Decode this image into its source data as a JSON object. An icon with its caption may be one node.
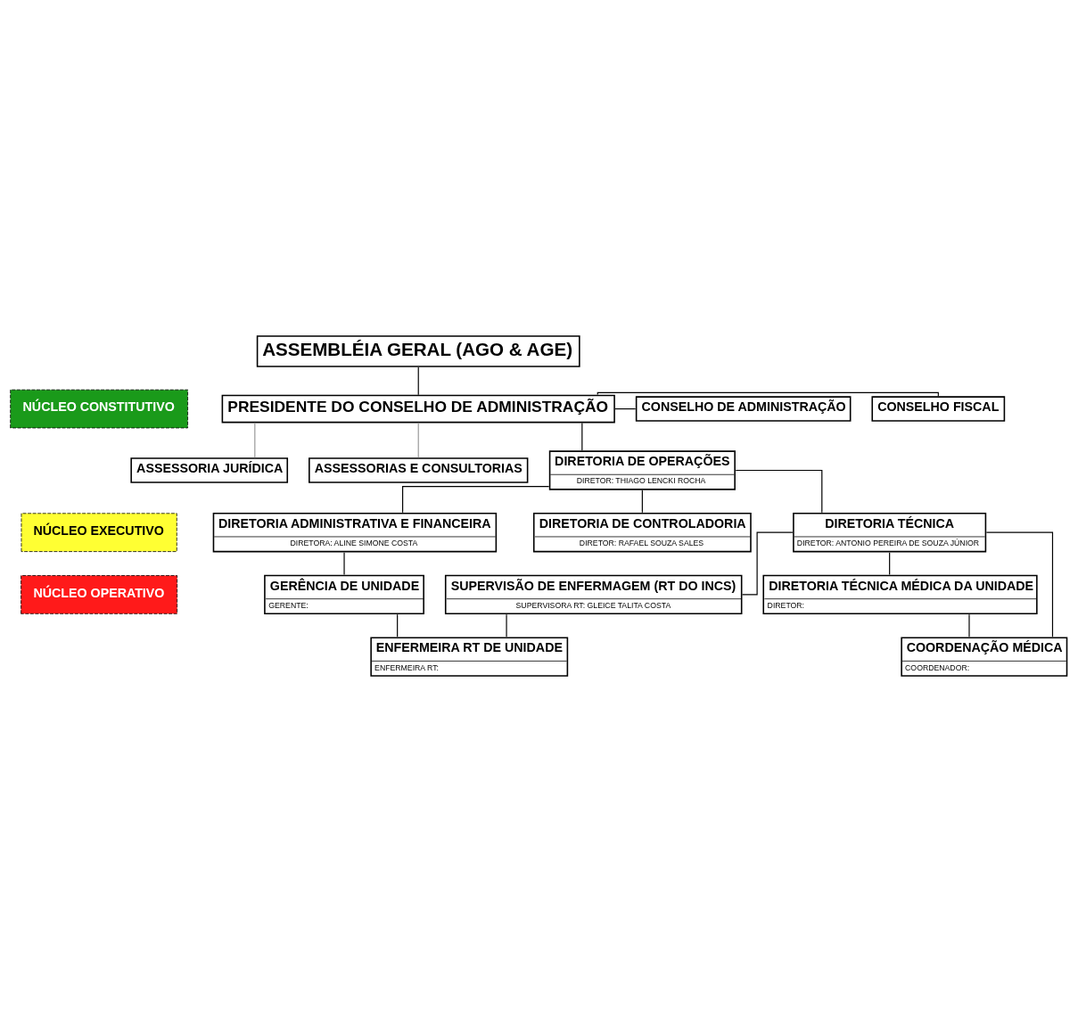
{
  "diagram": {
    "nodes": [
      {
        "text": [
          "NÚCLEO CONSTITUTIVO"
        ]
      },
      {
        "text": [
          "NÚCLEO EXECUTIVO"
        ]
      },
      {
        "text": [
          "NÚCLEO OPERATIVO"
        ]
      },
      {
        "text": [
          "ASSEMBLÉIA GERAL (AGO & AGE)"
        ]
      },
      {
        "text": [
          "PRESIDENTE DO CONSELHO DE ADMINISTRAÇÃO"
        ]
      },
      {
        "text": [
          "CONSELHO FISCAL"
        ]
      },
      {
        "text": [
          "CONSELHO DE ADMINISTRAÇÃO"
        ]
      },
      {
        "text": [
          "ASSESSORIA JURÍDICA"
        ]
      },
      {
        "text": [
          "ASSESSORIAS E CONSULTORIAS"
        ]
      },
      {
        "text": [
          "DIRETORIA DE OPERAÇÕES",
          "DIRETOR: THIAGO LENCKI ROCHA"
        ]
      },
      {
        "text": [
          "DIRETORIA ADMINISTRATIVA E FINANCEIRA",
          "DIRETORA: ALINE SIMONE COSTA"
        ]
      },
      {
        "text": [
          "DIRETORIA DE CONTROLADORIA",
          "DIRETOR: RAFAEL SOUZA SALES"
        ]
      },
      {
        "text": [
          "DIRETORIA TÉCNICA",
          "DIRETOR: ANTONIO PEREIRA DE SOUZA JÚNIOR"
        ]
      },
      {
        "text": [
          "SUPERVISÃO DE ENFERMAGEM (RT DO INCS)",
          "SUPERVISORA RT: GLEICE TALITA COSTA"
        ]
      },
      {
        "text": [
          "GERÊNCIA DE UNIDADE",
          "GERENTE:"
        ]
      },
      {
        "text": [
          "DIRETORIA TÉCNICA MÉDICA DA UNIDADE",
          "DIRETOR:"
        ]
      },
      {
        "text": [
          "ENFERMEIRA RT DE UNIDADE",
          "ENFERMEIRA RT:"
        ]
      },
      {
        "text": [
          "COORDENAÇÃO MÉDICA",
          "COORDENADOR:"
        ]
      }
    ],
    "edges": [
      {
        "from": 3,
        "to": 4,
        "arrow": "none"
      },
      {
        "from": 4,
        "to": 5,
        "arrow": "none"
      },
      {
        "from": 4,
        "to": 6,
        "arrow": "none"
      },
      {
        "from": 4,
        "to": 7,
        "arrow": "none",
        "color": "#999999"
      },
      {
        "from": 4,
        "to": 8,
        "arrow": "none",
        "color": "#999999"
      },
      {
        "from": 4,
        "to": 9,
        "arrow": "none"
      },
      {
        "from": 9,
        "to": 10,
        "arrow": "none"
      },
      {
        "from": 9,
        "to": 11,
        "arrow": "none"
      },
      {
        "from": 9,
        "to": 12,
        "arrow": "none"
      },
      {
        "from": 12,
        "to": 13,
        "arrow": "none"
      },
      {
        "from": 12,
        "to": 15,
        "arrow": "none"
      },
      {
        "from": 12,
        "to": 17,
        "arrow": "none"
      },
      {
        "from": 10,
        "to": 14,
        "arrow": "none"
      },
      {
        "from": 14,
        "to": 16,
        "arrow": "none"
      },
      {
        "from": 13,
        "to": 16,
        "arrow": "none"
      },
      {
        "from": 15,
        "to": 17,
        "arrow": "none"
      }
    ]
  }
}
